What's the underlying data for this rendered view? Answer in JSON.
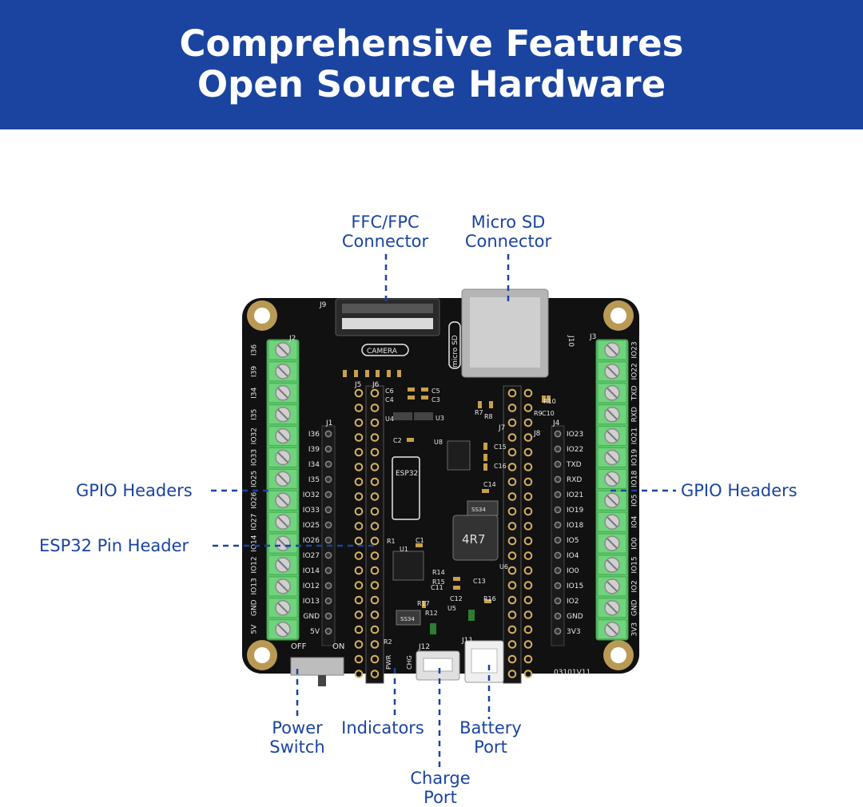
{
  "header": {
    "title_line1": "Comprehensive Features",
    "title_line2": "Open Source Hardware",
    "background_color": "#1a44a0"
  },
  "callouts": {
    "ffc_fpc_connector": [
      "FFC/FPC",
      "Connector"
    ],
    "micro_sd_connector": [
      "Micro SD",
      "Connector"
    ],
    "gpio_headers_left": "GPIO Headers",
    "gpio_headers_right": "GPIO Headers",
    "esp32_pin_header": "ESP32 Pin Header",
    "power_switch": [
      "Power",
      "Switch"
    ],
    "indicators": "Indicators",
    "battery_port": [
      "Battery",
      "Port"
    ],
    "charge_port": [
      "Charge",
      "Port"
    ],
    "label_color": "#1a44a0"
  },
  "board": {
    "left_terminal_labels": [
      "I36",
      "I39",
      "I34",
      "I35",
      "IO32",
      "IO33",
      "IO25",
      "IO26",
      "IO27",
      "IO14",
      "IO12",
      "IO13",
      "GND",
      "5V"
    ],
    "left_header_labels": [
      "I36",
      "I39",
      "I34",
      "I35",
      "IO32",
      "IO33",
      "IO25",
      "IO26",
      "IO27",
      "IO14",
      "IO12",
      "IO13",
      "GND",
      "5V"
    ],
    "right_terminal_labels": [
      "IO23",
      "IO22",
      "TXD",
      "RXD",
      "IO21",
      "IO19",
      "IO18",
      "IO5",
      "IO4",
      "IO0",
      "IO15",
      "IO2",
      "GND",
      "3V3"
    ],
    "right_header_labels": [
      "IO23",
      "IO22",
      "TXD",
      "RXD",
      "IO21",
      "IO19",
      "IO18",
      "IO5",
      "IO4",
      "IO0",
      "IO15",
      "IO2",
      "GND",
      "3V3"
    ],
    "silkscreen": {
      "j9": "J9",
      "j10": "J10",
      "j2": "J2",
      "j3": "J3",
      "j1": "J1",
      "j4": "J4",
      "j5": "J5",
      "j6": "J6",
      "j7": "J7",
      "j8": "J8",
      "j11": "J11",
      "j12": "J12",
      "camera": "CAMERA",
      "microsd": "micro SD",
      "esp32": "ESP32",
      "inductor": "4R7",
      "diode": "SS34",
      "diode2": "SS34",
      "off": "OFF",
      "on": "ON",
      "pwr": "PWR",
      "chg": "CHG",
      "version": "03101V11",
      "caps": [
        "C6",
        "C5",
        "C4",
        "C3",
        "C2",
        "C1",
        "C11",
        "C12",
        "C13",
        "C14",
        "C15",
        "C16",
        "C10"
      ],
      "resistors": [
        "R1",
        "R2",
        "R12",
        "R14",
        "R15",
        "R16",
        "R17",
        "R7",
        "R8",
        "R9",
        "R10"
      ],
      "chips": [
        "U1",
        "U3",
        "U4",
        "U5",
        "U6",
        "U8"
      ]
    }
  }
}
